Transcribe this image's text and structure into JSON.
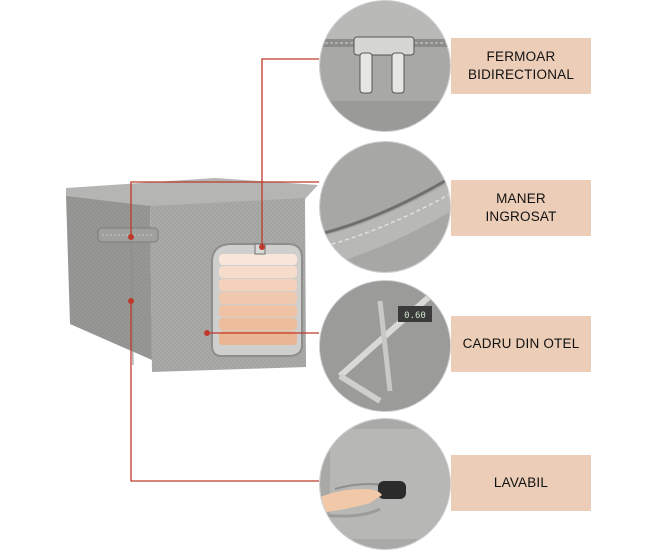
{
  "features": [
    {
      "id": "zipper",
      "lines": [
        "FERMOAR",
        "BIDIRECTIONAL"
      ]
    },
    {
      "id": "handle",
      "lines": [
        "MANER",
        "INGROSAT"
      ]
    },
    {
      "id": "frame",
      "lines": [
        "CADRU DIN OTEL"
      ]
    },
    {
      "id": "wash",
      "lines": [
        "LAVABIL"
      ]
    }
  ],
  "colors": {
    "label_bg": "#ebcdb8",
    "callout_line": "#c0392b",
    "fabric": "#a6a6a4",
    "fabric_dark": "#8f8f8d",
    "folded_clothes": "#f0c3a3"
  },
  "icons": [
    "zipper-closeup",
    "handle-closeup",
    "steel-frame-closeup",
    "washing-hand-closeup"
  ]
}
